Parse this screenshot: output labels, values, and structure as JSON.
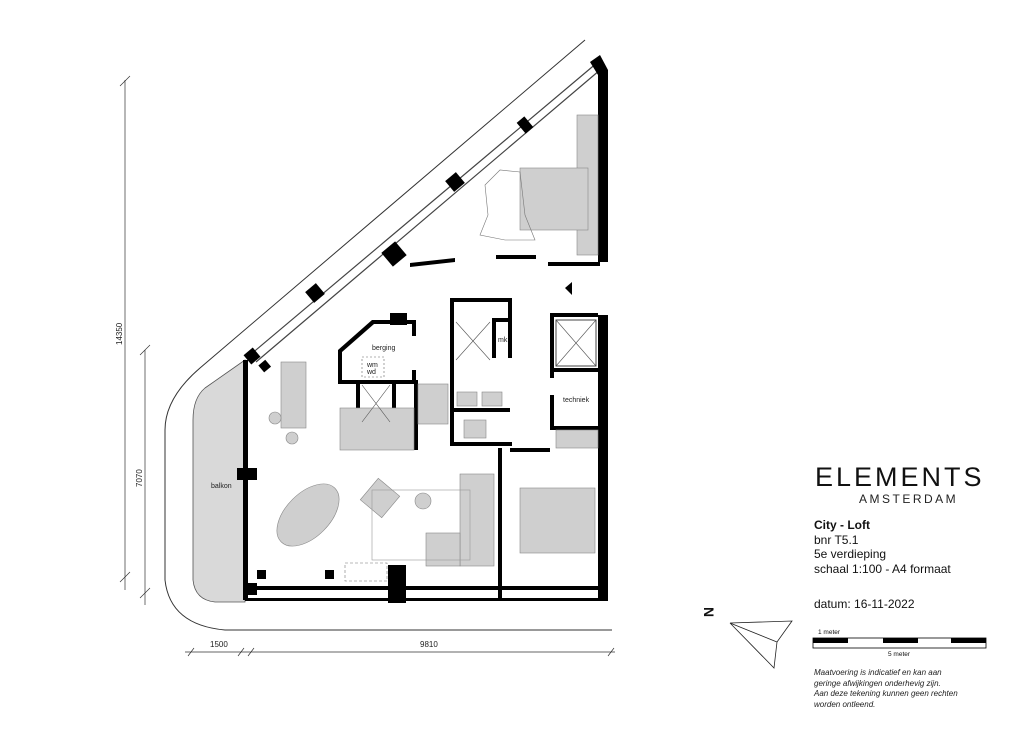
{
  "plan": {
    "rooms": {
      "berging": "berging",
      "wm": "wm",
      "wd": "wd",
      "mk": "mk",
      "techniek": "techniek",
      "balkon": "balkon"
    },
    "dimensions": {
      "total_height": "14350",
      "balcony_height": "7070",
      "balcony_width": "1500",
      "width": "9810"
    }
  },
  "brand": {
    "name": "ELEMENTS",
    "city": "AMSTERDAM"
  },
  "info": {
    "title": "City - Loft",
    "bnr": "bnr T5.1",
    "floor": "5e verdieping",
    "scale": "schaal 1:100 - A4 formaat",
    "date": "datum: 16-11-2022"
  },
  "scale_bar": {
    "top_label": "1 meter",
    "bottom_label": "5 meter"
  },
  "north": {
    "label": "N"
  },
  "disclaimer": [
    "Maatvoering is indicatief en kan aan",
    "geringe afwijkingen onderhevig zijn.",
    "Aan deze tekening kunnen geen rechten",
    "worden ontleend."
  ]
}
